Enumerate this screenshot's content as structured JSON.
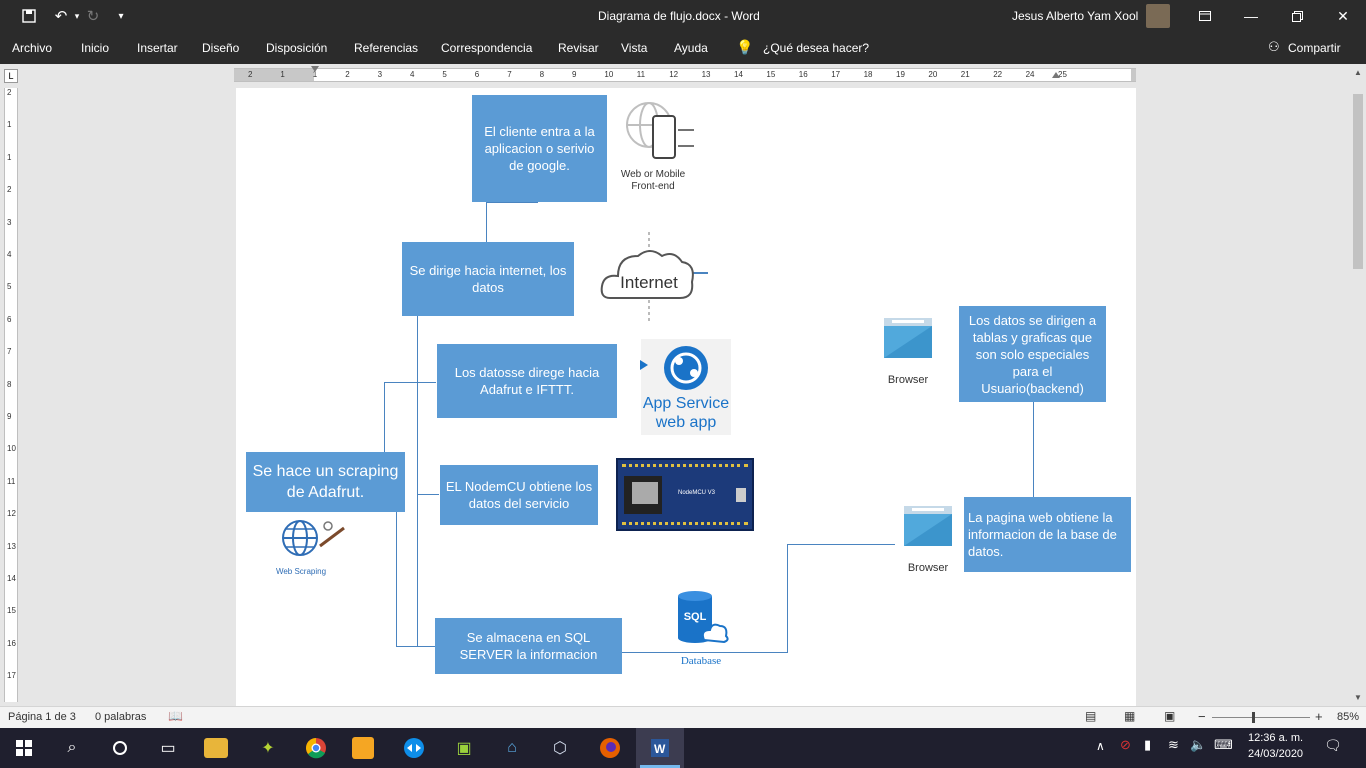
{
  "window": {
    "title": "Diagrama de flujo.docx  -  Word",
    "user": "Jesus Alberto Yam Xool"
  },
  "ribbon": {
    "tabs": [
      "Archivo",
      "Inicio",
      "Insertar",
      "Diseño",
      "Disposición",
      "Referencias",
      "Correspondencia",
      "Revisar",
      "Vista",
      "Ayuda"
    ],
    "tell_me": "¿Qué desea hacer?",
    "share": "Compartir"
  },
  "ruler": {
    "h_labels": [
      "2",
      "1",
      "1",
      "2",
      "3",
      "4",
      "5",
      "6",
      "7",
      "8",
      "9",
      "10",
      "11",
      "12",
      "13",
      "14",
      "15",
      "16",
      "17",
      "18",
      "19",
      "20",
      "21",
      "22",
      "24",
      "25"
    ],
    "v_labels": [
      "2",
      "1",
      "1",
      "2",
      "3",
      "4",
      "5",
      "6",
      "7",
      "8",
      "9",
      "10",
      "11",
      "12",
      "13",
      "14",
      "15",
      "16",
      "17"
    ]
  },
  "diagram": {
    "box_client": "El cliente entra a la aplicacion o serivio de google.",
    "box_internet": "Se dirige hacia  internet, los datos",
    "box_adafruit": "Los datosse direge hacia Adafrut  e IFTTT.",
    "box_scraping": "Se hace un scraping de Adafrut.",
    "box_nodemcu": "EL NodemCU obtiene los datos del servicio",
    "box_sql": "Se almacena en SQL SERVER la informacion",
    "box_tables": "Los datos se dirigen a tablas y graficas que son solo especiales para el Usuario(backend)",
    "box_webpage": "La pagina web obtiene la informacion de la base de datos.",
    "cap_webmobile_1": "Web or Mobile",
    "cap_webmobile_2": "Front-end",
    "cap_internet": "Internet",
    "cap_appservice_1": "App Service",
    "cap_appservice_2": "web app",
    "cap_webscraping": "Web Scraping",
    "cap_browser_top": "Browser",
    "cap_browser_bottom": "Browser",
    "cap_database": "Database",
    "cap_sql": "SQL",
    "cap_nodemcu": "NodeMCU V3"
  },
  "status": {
    "page": "Página 1 de 3",
    "words": "0 palabras",
    "zoom": "85%",
    "zoom_fraction": 0.85
  },
  "taskbar": {
    "time": "12:36 a. m.",
    "date": "24/03/2020"
  },
  "colors": {
    "box_fill": "#5b9bd5",
    "connector": "#4a84c0",
    "chrome_dark": "#2b2b2b",
    "taskbar": "#1f1f2e"
  }
}
